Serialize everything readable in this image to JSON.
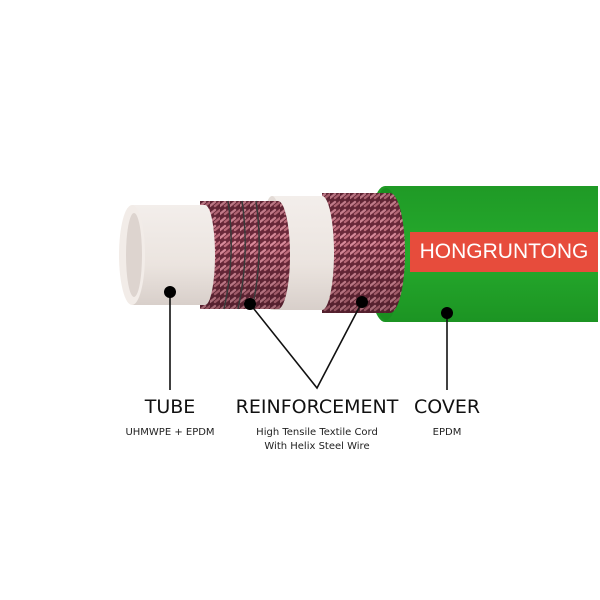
{
  "brand": {
    "name": "HONGRUNTONG",
    "band_color": "#e74c3c",
    "text_color": "#ffffff"
  },
  "colors": {
    "cover": "#22a52a",
    "cover_dark": "#178a1d",
    "braid": "#8a3a4e",
    "braid_light": "#d98a9a",
    "tube": "#ece6e2"
  },
  "layers": [
    {
      "id": "tube",
      "title": "TUBE",
      "subtitle_lines": [
        "UHMWPE + EPDM"
      ]
    },
    {
      "id": "reinforcement",
      "title": "REINFORCEMENT",
      "subtitle_lines": [
        "High Tensile Textile Cord",
        "With Helix Steel Wire"
      ]
    },
    {
      "id": "cover",
      "title": "COVER",
      "subtitle_lines": [
        "EPDM"
      ]
    }
  ]
}
